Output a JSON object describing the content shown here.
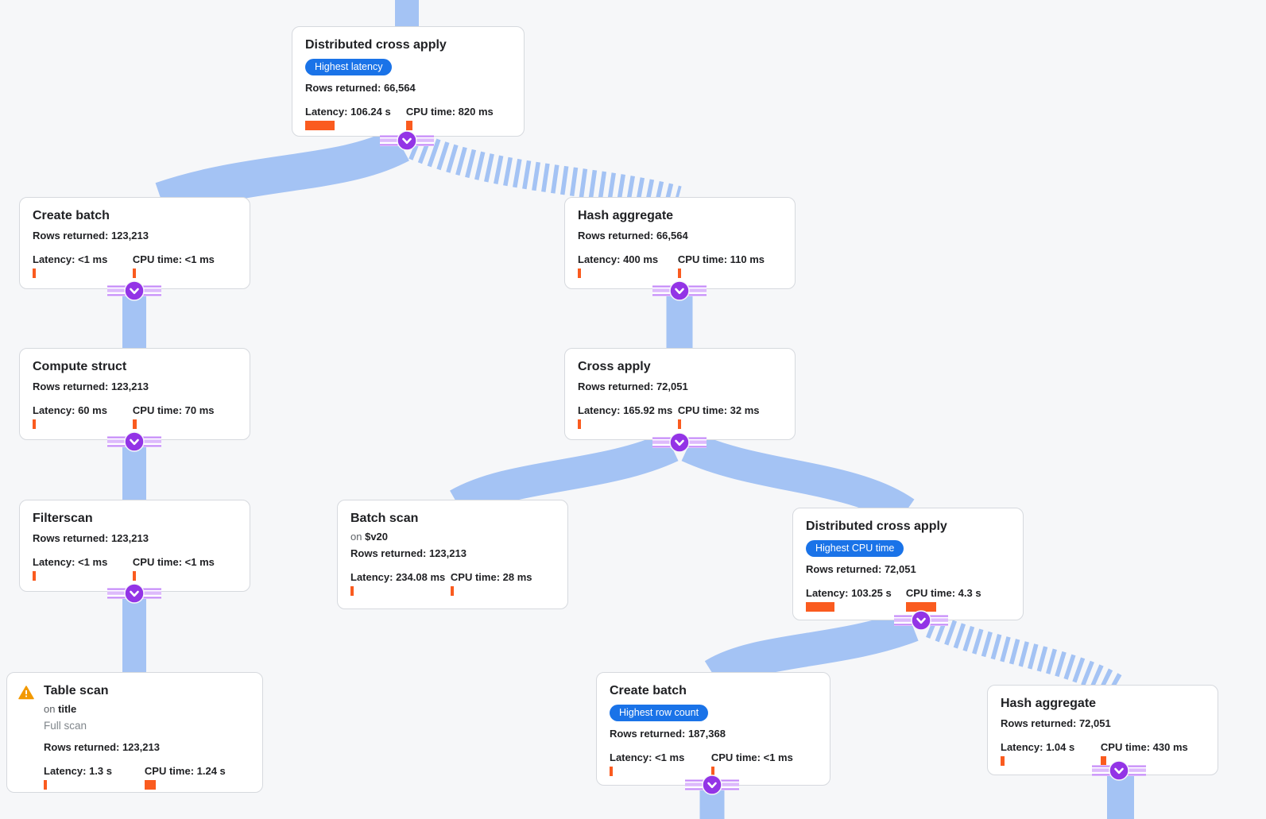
{
  "app": {
    "name": "query-execution-plan-visualizer",
    "colors": {
      "background": "#f6f7f9",
      "band_blue": "#a4c3f4",
      "badge_blue": "#1a73e8",
      "bar_orange": "#fa5b1f",
      "connector_purple": "#9334e6",
      "ribbon_purple": "#c58af9",
      "ribbon_lavender": "#ddbafc",
      "warning_orange": "#f29900",
      "card_border": "#d6d9de"
    }
  },
  "nodes": [
    {
      "title": "Distributed cross apply",
      "badge": "Highest latency",
      "rows": "Rows returned: 66,564",
      "latency": "Latency: 106.24 s",
      "cpu": "CPU time: 820 ms",
      "bars": {
        "latency": 37,
        "cpu": 8
      }
    },
    {
      "title": "Create batch",
      "rows": "Rows returned: 123,213",
      "latency": "Latency: <1 ms",
      "cpu": "CPU time: <1 ms",
      "bars": {
        "latency": 4,
        "cpu": 4
      }
    },
    {
      "title": "Hash aggregate",
      "rows": "Rows returned: 66,564",
      "latency": "Latency: 400 ms",
      "cpu": "CPU time: 110 ms",
      "bars": {
        "latency": 4,
        "cpu": 4
      }
    },
    {
      "title": "Compute struct",
      "rows": "Rows returned: 123,213",
      "latency": "Latency: 60 ms",
      "cpu": "CPU time: 70 ms",
      "bars": {
        "latency": 4,
        "cpu": 5
      }
    },
    {
      "title": "Cross apply",
      "rows": "Rows returned: 72,051",
      "latency": "Latency: 165.92 ms",
      "cpu": "CPU time: 32 ms",
      "bars": {
        "latency": 4,
        "cpu": 4
      }
    },
    {
      "title": "Filterscan",
      "rows": "Rows returned: 123,213",
      "latency": "Latency: <1 ms",
      "cpu": "CPU time: <1 ms",
      "bars": {
        "latency": 4,
        "cpu": 4
      }
    },
    {
      "title": "Batch scan",
      "on_prefix": "on",
      "on_target": "$v20",
      "rows": "Rows returned: 123,213",
      "latency": "Latency: 234.08 ms",
      "cpu": "CPU time: 28 ms",
      "bars": {
        "latency": 4,
        "cpu": 4
      }
    },
    {
      "title": "Distributed cross apply",
      "badge": "Highest CPU time",
      "rows": "Rows returned: 72,051",
      "latency": "Latency: 103.25 s",
      "cpu": "CPU time: 4.3 s",
      "bars": {
        "latency": 36,
        "cpu": 38
      }
    },
    {
      "title": "Table scan",
      "on_prefix": "on",
      "on_target": "title",
      "subtitle": "Full scan",
      "rows": "Rows returned: 123,213",
      "latency": "Latency: 1.3 s",
      "cpu": "CPU time: 1.24 s",
      "bars": {
        "latency": 4,
        "cpu": 14
      }
    },
    {
      "title": "Create batch",
      "badge": "Highest row count",
      "rows": "Rows returned: 187,368",
      "latency": "Latency: <1 ms",
      "cpu": "CPU time: <1 ms",
      "bars": {
        "latency": 4,
        "cpu": 4
      }
    },
    {
      "title": "Hash aggregate",
      "rows": "Rows returned: 72,051",
      "latency": "Latency: 1.04 s",
      "cpu": "CPU time: 430 ms",
      "bars": {
        "latency": 5,
        "cpu": 7
      }
    }
  ]
}
